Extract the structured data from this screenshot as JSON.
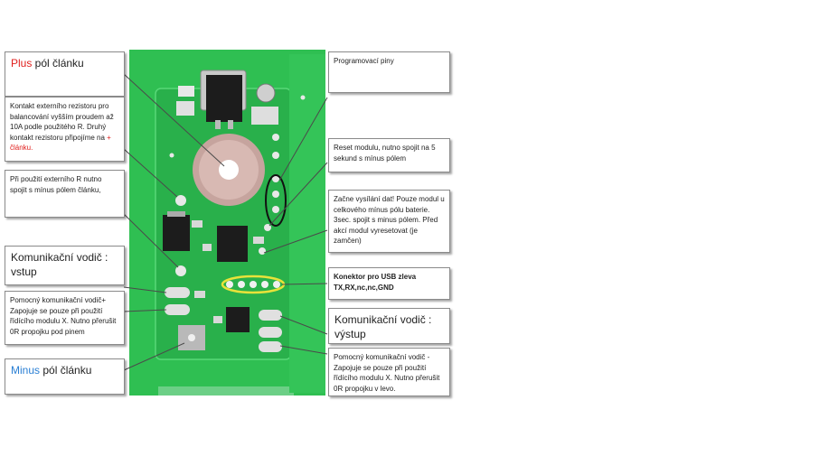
{
  "labels": {
    "plus": {
      "word": "Plus",
      "rest": " pól článku",
      "accent": "#e0201e"
    },
    "kontakt": {
      "text": "Kontakt externího rezistoru pro balancování vyšším proudem až 10A podle použitého R.   Druhý kontakt rezistoru připojíme na ",
      "plus_sign": "+",
      "suffix": " článku."
    },
    "externi_r": "Při  použití externího R nutno spojit s mínus pólem článku,",
    "kom_vstup": "Komunikační  vodič : vstup",
    "pomocny_left": "Pomocný komunikační  vodič+ Zapojuje se pouze při použití řídícího modulu X. Nutno přerušit 0R propojku pod pinem",
    "minus": {
      "word": "Minus",
      "rest": " pól článku",
      "accent": "#2a7fd4"
    },
    "programovaci": "Programovací piny",
    "reset": "Reset modulu, nutno spojit na 5 sekund  s mínus pólem",
    "zacne": "Začne  vysílání dat! Pouze modul u celkového mínus pólu baterie. 3sec. spojit s minus pólem.      Před akcí modul vyresetovat (je zamčen)",
    "konektor": "Konektor pro USB  zleva TX,RX,nc,nc,GND",
    "kom_vystup": "Komunikační vodič : výstup",
    "pomocny_right": "Pomocný komunikační  vodič - Zapojuje se pouze při použití řídícího modulu X. Nutno přerušit 0R propojku v levo."
  },
  "chips": {
    "regulator": "",
    "ic_main": "",
    "ic_small": ""
  },
  "colors": {
    "board": "#2fbf52",
    "board_dark": "#1f9a3e",
    "pad": "#d9d9d9",
    "leader": "#4a4a4a"
  }
}
